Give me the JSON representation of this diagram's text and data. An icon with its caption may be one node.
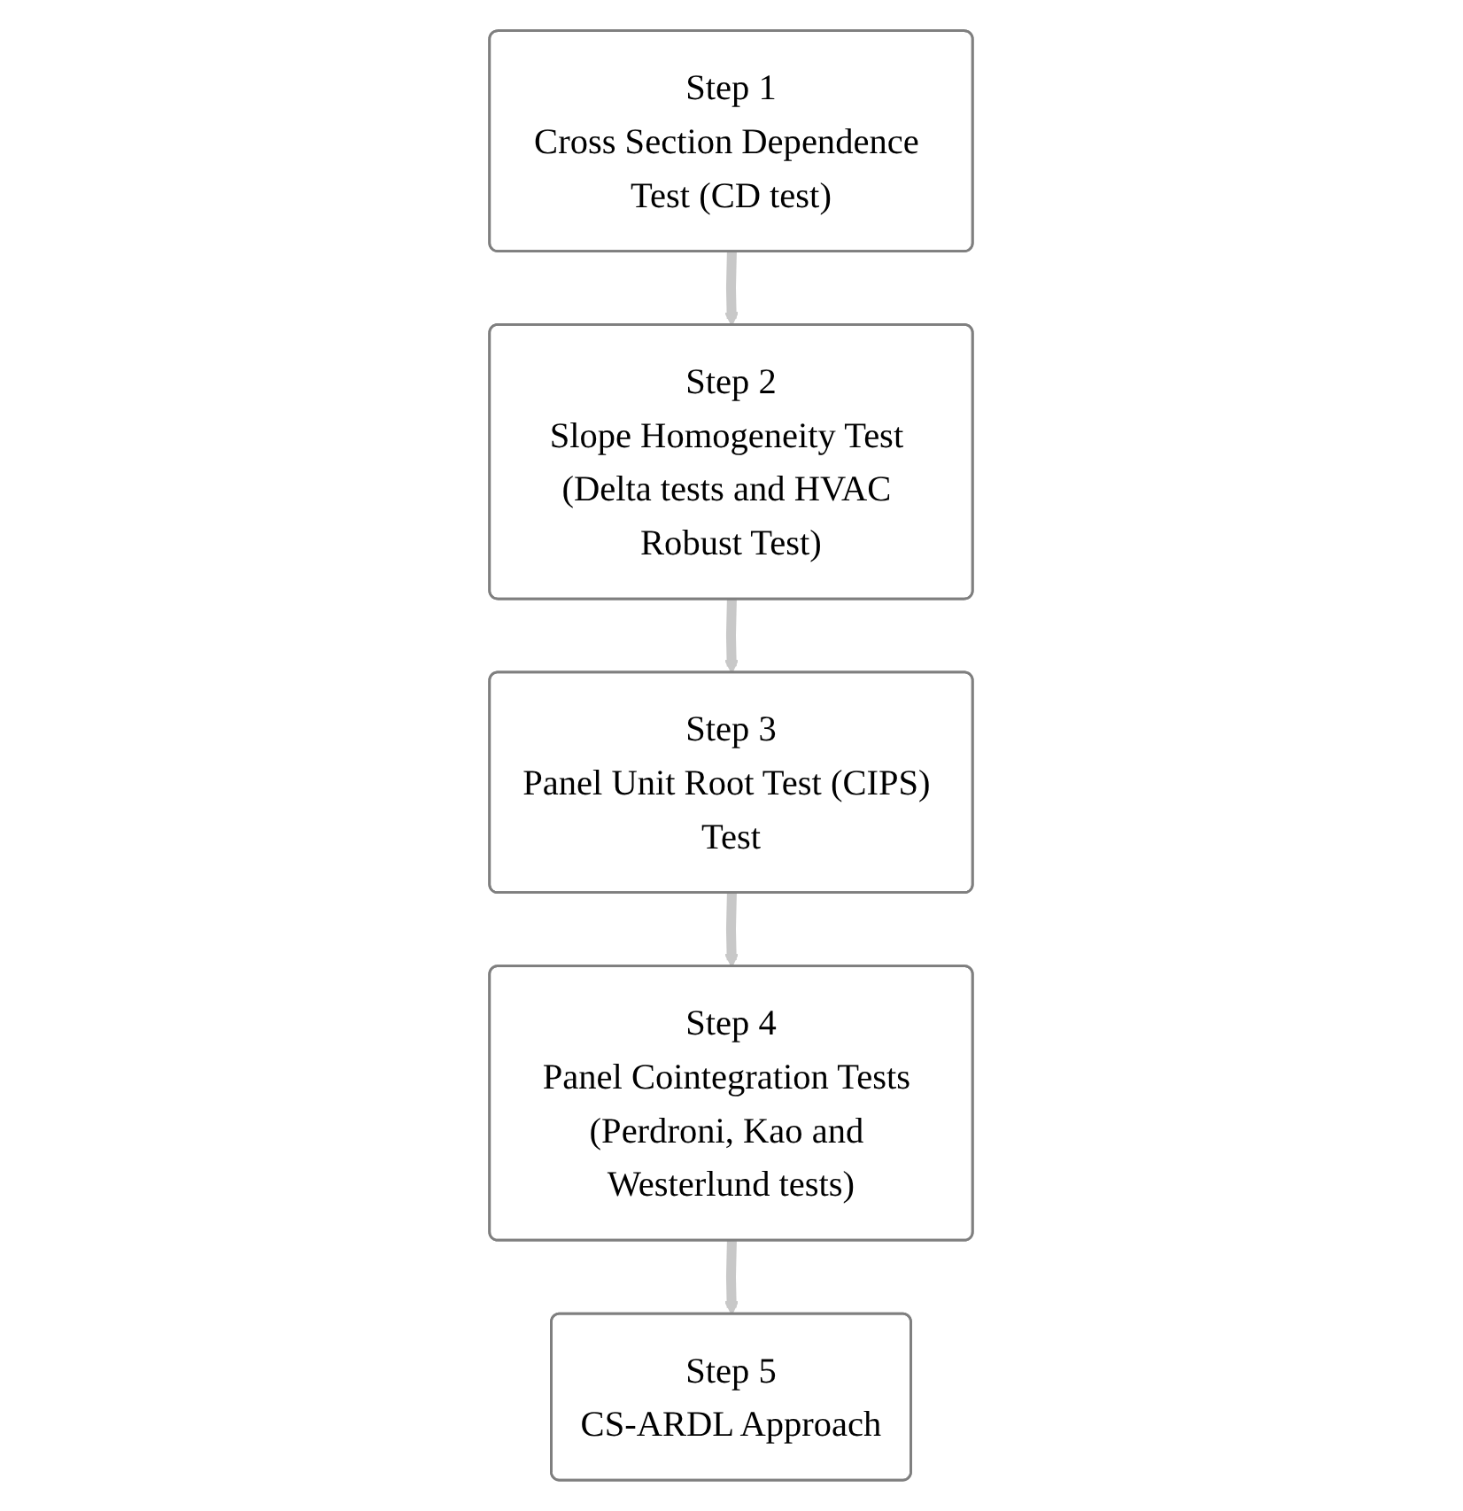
{
  "diagram": {
    "nodes": [
      {
        "text": [
          "Step 1",
          "Cross Section Dependence Test (CD test)"
        ]
      },
      {
        "text": [
          "Step 2",
          "Slope Homogeneity Test (Delta tests and HVAC Robust Test)"
        ]
      },
      {
        "text": [
          "Step 3",
          "Panel Unit Root Test (CIPS) Test"
        ]
      },
      {
        "text": [
          "Step 4",
          "Panel Cointegration Tests (Perdroni, Kao and Westerlund tests)"
        ]
      },
      {
        "text": [
          "Step 5",
          "CS-ARDL Approach"
        ]
      }
    ],
    "edges": [
      {
        "from": 0,
        "to": 1,
        "arrow": "to"
      },
      {
        "from": 1,
        "to": 2,
        "arrow": "to"
      },
      {
        "from": 2,
        "to": 3,
        "arrow": "to"
      },
      {
        "from": 3,
        "to": 4,
        "arrow": "to"
      }
    ]
  }
}
